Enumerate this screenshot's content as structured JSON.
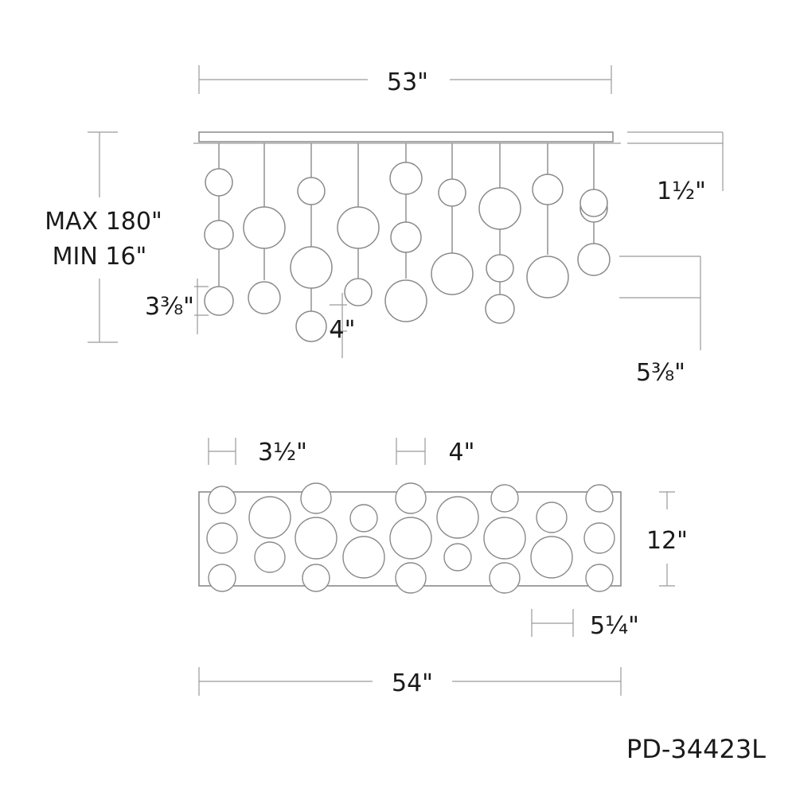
{
  "dimensions": {
    "canopy_width": "53\"",
    "canopy_height": "1½\"",
    "overall_max": "MAX 180\"",
    "overall_min": "MIN 16\"",
    "small_globe": "3⅜\"",
    "medium_globe": "4\"",
    "large_globe": "5⅜\"",
    "plan_small": "3½\"",
    "plan_medium": "4\"",
    "plan_large": "5¼\"",
    "plan_depth": "12\"",
    "plan_width": "54\""
  },
  "model_number": "PD-34423L",
  "colors": {
    "line": "#8a8a8a",
    "dimension_line": "#9a9a9a",
    "text": "#1a1a1a"
  }
}
